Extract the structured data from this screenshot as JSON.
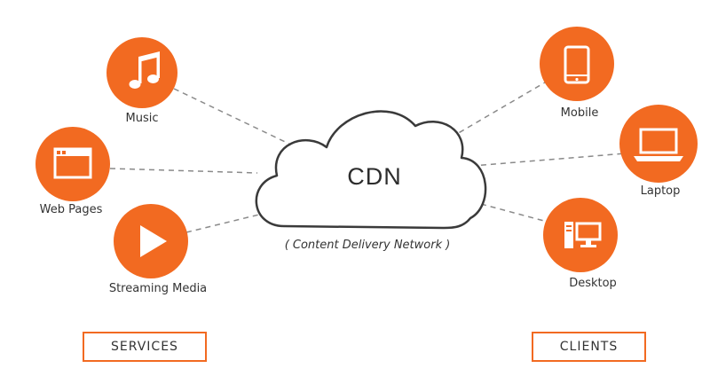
{
  "center": {
    "title": "CDN",
    "subtitle": "( Content Delivery Network )"
  },
  "services": {
    "label": "SERVICES",
    "items": [
      {
        "label": "Music",
        "icon": "music-note-icon"
      },
      {
        "label": "Web Pages",
        "icon": "browser-window-icon"
      },
      {
        "label": "Streaming Media",
        "icon": "play-icon"
      }
    ]
  },
  "clients": {
    "label": "CLIENTS",
    "items": [
      {
        "label": "Mobile",
        "icon": "mobile-phone-icon"
      },
      {
        "label": "Laptop",
        "icon": "laptop-icon"
      },
      {
        "label": "Desktop",
        "icon": "desktop-computer-icon"
      }
    ]
  },
  "colors": {
    "accent": "#f26a21",
    "line": "#8a8a8a",
    "cloud_stroke": "#3a3a3a"
  }
}
